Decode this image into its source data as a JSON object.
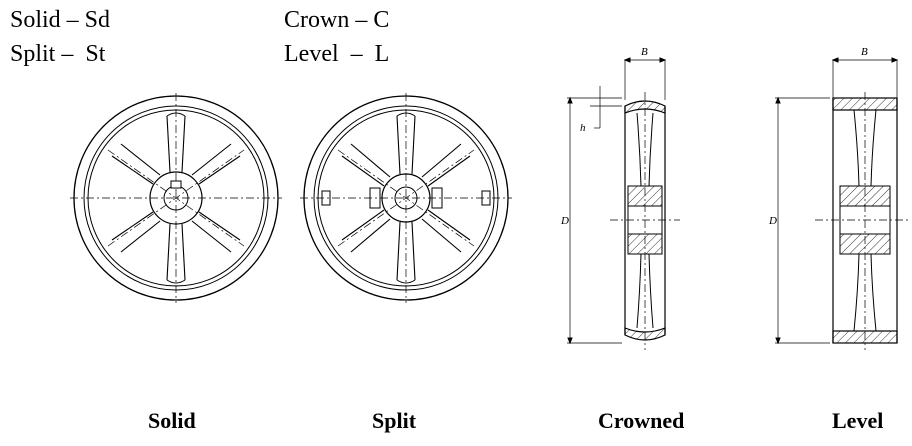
{
  "legend": {
    "solid": "Solid – Sd",
    "split": "Split –  St",
    "crown": "Crown – C",
    "level": "Level  –  L"
  },
  "dimensions": {
    "width": "B",
    "diameter": "D",
    "crown_height": "h"
  },
  "captions": {
    "solid": "Solid",
    "split": "Split",
    "crowned": "Crowned",
    "level": "Level"
  }
}
